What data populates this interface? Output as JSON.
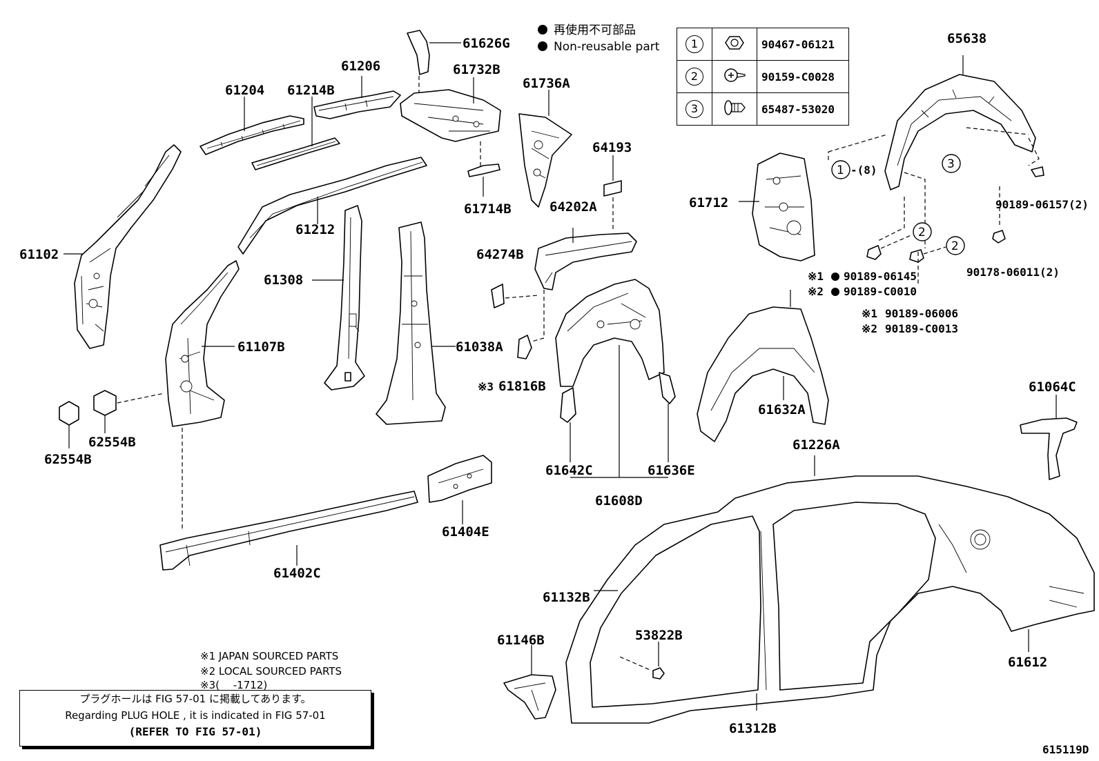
{
  "legend": {
    "non_reusable_jp": "再使用不可部品",
    "non_reusable_en": "Non-reusable part",
    "table": [
      {
        "num": "1",
        "icon": "nut-icon",
        "part": "90467-06121"
      },
      {
        "num": "2",
        "icon": "screw-icon",
        "part": "90159-C0028"
      },
      {
        "num": "3",
        "icon": "clip-icon",
        "part": "65487-53020"
      }
    ]
  },
  "parts": {
    "p61626G": "61626G",
    "p61732B": "61732B",
    "p61206": "61206",
    "p61204": "61204",
    "p61214B": "61214B",
    "p61736A": "61736A",
    "p64193": "64193",
    "p61714B": "61714B",
    "p64202A": "64202A",
    "p61102": "61102",
    "p61212": "61212",
    "p64274B": "64274B",
    "p61308": "61308",
    "p61107B": "61107B",
    "p61038A": "61038A",
    "p61816B": "61816B",
    "p61816B_mark": "※3",
    "p62554B_a": "62554B",
    "p62554B_b": "62554B",
    "p61642C": "61642C",
    "p61636E": "61636E",
    "p61608D": "61608D",
    "p61404E": "61404E",
    "p61402C": "61402C",
    "p65638": "65638",
    "p61712": "61712",
    "p61632A": "61632A",
    "p61064C": "61064C",
    "p61226A": "61226A",
    "p61132B": "61132B",
    "p53822B": "53822B",
    "p61146B": "61146B",
    "p61312B": "61312B",
    "p61612": "61612",
    "c1": "1",
    "c1_qty": "-(8)",
    "c2a": "2",
    "c2b": "2",
    "c3": "3",
    "p90189_06157": "90189-06157(2)",
    "p90178_06011": "90178-06011(2)",
    "mark1a": "※1",
    "p90189_06145": "90189-06145",
    "mark2a": "※2",
    "p90189_C0010": "90189-C0010",
    "mark1b": "※1",
    "p90189_06006": "90189-06006",
    "mark2b": "※2",
    "p90189_C0013": "90189-C0013"
  },
  "notes": {
    "n1": "※1 JAPAN SOURCED PARTS",
    "n2": "※2 LOCAL SOURCED PARTS",
    "n3": "※3(　 -1712)"
  },
  "plug_box": {
    "jp": "プラグホールは FIG 57-01 に掲載してあります。",
    "en": "Regarding  PLUG  HOLE , it is indicated in  FIG  57-01",
    "ref": "(REFER  TO  FIG 57-01)"
  },
  "figure_id": "615119D"
}
